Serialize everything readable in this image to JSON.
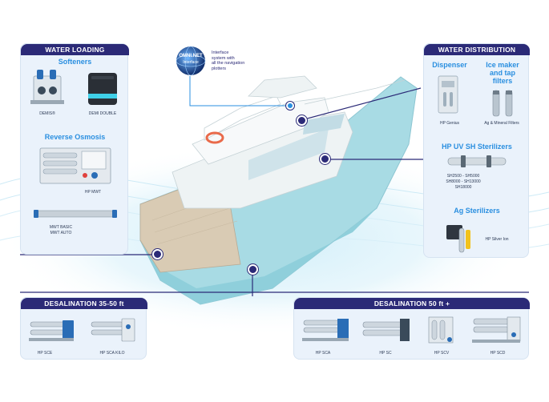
{
  "colors": {
    "navy": "#2b2a77",
    "accent_blue": "#2a8fe0",
    "panel_bg": "#eaf2fb",
    "hull": "#a8dbe4",
    "glow": "#bfe6f5"
  },
  "water_loading": {
    "title": "WATER LOADING",
    "softeners": {
      "title": "Softeners",
      "items": [
        "DEMIS®",
        "DEMI DOUBLE"
      ]
    },
    "reverse_osmosis": {
      "title": "Reverse Osmosis",
      "items": [
        "HP MWT",
        "MWT BASIC",
        "MWT AUTO"
      ]
    }
  },
  "interface": {
    "logo_line1": "OMNI.NET",
    "logo_line2": "Interface",
    "desc": [
      "Interface",
      "system with",
      "all the navigation",
      "plotters"
    ]
  },
  "water_distribution": {
    "title": "WATER DISTRIBUTION",
    "dispenser": {
      "title": "Dispenser",
      "item": "HP Genius"
    },
    "ice_maker": {
      "title": [
        "Ice maker",
        "and tap",
        "filters"
      ],
      "item": "Ag & Mineral Filters"
    },
    "uv": {
      "title": "HP UV SH Sterilizers",
      "models": [
        "SH2500 - SH5000",
        "SH8000 - SH13000",
        "SH18000"
      ]
    },
    "ag": {
      "title": "Ag Sterilizers",
      "item": "HP Silver Ion"
    }
  },
  "desal_small": {
    "title": "DESALINATION 35-50 ft",
    "items": [
      "HP SCE",
      "HP SCA KILO"
    ]
  },
  "desal_large": {
    "title": "DESALINATION 50 ft +",
    "items": [
      "HP SCA",
      "HP SC",
      "HP SCV",
      "HP SCD"
    ]
  }
}
